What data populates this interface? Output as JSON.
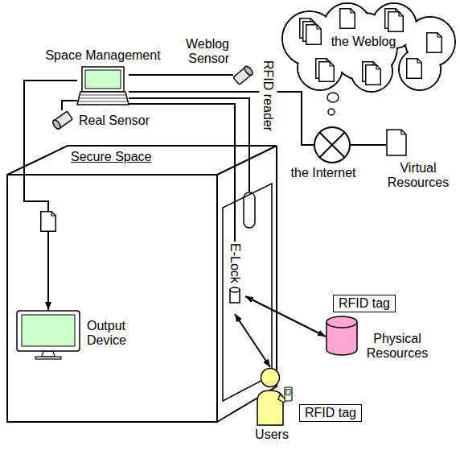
{
  "diagram": {
    "nodes": [
      {
        "text": [
          "the Weblog"
        ]
      },
      {
        "text": [
          "Weblog Sensor"
        ]
      },
      {
        "text": [
          "Space Management"
        ]
      },
      {
        "text": [
          "Real Sensor"
        ]
      },
      {
        "text": [
          "RFID reader"
        ]
      },
      {
        "text": [
          "the Internet"
        ]
      },
      {
        "text": [
          "Virtual Resources"
        ]
      },
      {
        "text": [
          "Secure Space"
        ]
      },
      {
        "text": [
          "E-Lock"
        ],
        "in": 7
      },
      {
        "text": [
          "Output Device"
        ],
        "in": 7
      },
      {
        "text": [
          "RFID tag"
        ]
      },
      {
        "text": [
          "Physical Resources"
        ]
      },
      {
        "text": [
          "RFID tag"
        ]
      },
      {
        "text": [
          "Users"
        ]
      }
    ],
    "edges": [
      {
        "from": 2,
        "to": 1,
        "arrow": "none"
      },
      {
        "from": 2,
        "to": 5,
        "arrow": "none"
      },
      {
        "from": 2,
        "to": 4,
        "arrow": "none"
      },
      {
        "from": 2,
        "to": 8,
        "arrow": "none"
      },
      {
        "from": 2,
        "to": 3,
        "arrow": "none"
      },
      {
        "from": 2,
        "to": 9,
        "arrow": "to"
      },
      {
        "from": 5,
        "to": 6,
        "arrow": "none"
      },
      {
        "from": 8,
        "to": 11,
        "arrow": "both"
      },
      {
        "from": 8,
        "to": 13,
        "arrow": "both"
      }
    ]
  }
}
